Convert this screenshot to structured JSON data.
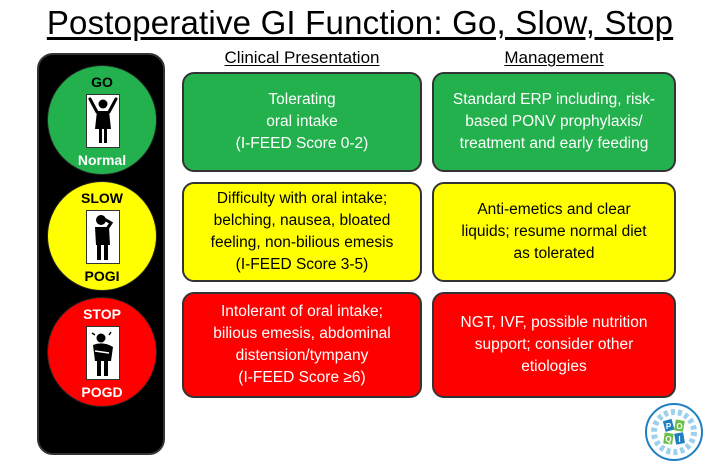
{
  "title": "Postoperative GI Function: Go, Slow, Stop",
  "columns": {
    "presentation": "Clinical Presentation",
    "management": "Management"
  },
  "colors": {
    "green": "#22b14c",
    "yellow": "#ffff00",
    "red": "#ff0000",
    "stoplight": "#000000"
  },
  "rows": [
    {
      "signal": "GO",
      "status": "Normal",
      "presentation": "Tolerating\noral intake\n(I-FEED Score 0-2)",
      "management": "Standard ERP including, risk-\nbased PONV prophylaxis/\ntreatment and early feeding"
    },
    {
      "signal": "SLOW",
      "status": "POGI",
      "presentation": "Difficulty with oral intake;\nbelching, nausea, bloated\nfeeling, non-bilious emesis\n(I-FEED Score 3-5)",
      "management": "Anti-emetics and clear\nliquids; resume normal diet\nas tolerated"
    },
    {
      "signal": "STOP",
      "status": "POGD",
      "presentation": "Intolerant of oral intake;\nbilious emesis, abdominal\ndistension/tympany\n(I-FEED Score ≥6)",
      "management": "NGT, IVF, possible nutrition\nsupport; consider other\netiologies"
    }
  ],
  "logo": {
    "letters": "POQI",
    "ring_text": "Perioperative Quality Initiative"
  }
}
